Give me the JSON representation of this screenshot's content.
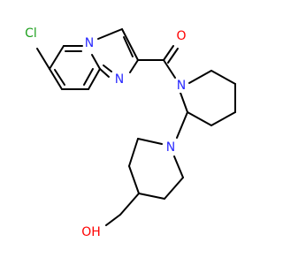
{
  "molecule": {
    "atoms": {
      "cl": "Cl",
      "n_bridge": "N",
      "n_imid": "N",
      "o_carbonyl": "O",
      "n_pip1": "N",
      "n_pip2": "N",
      "oh": "OH"
    },
    "colors": {
      "bond": "#000000",
      "chlorine": "#1fa01f",
      "nitrogen": "#2a2aff",
      "oxygen": "#ff0000"
    }
  }
}
